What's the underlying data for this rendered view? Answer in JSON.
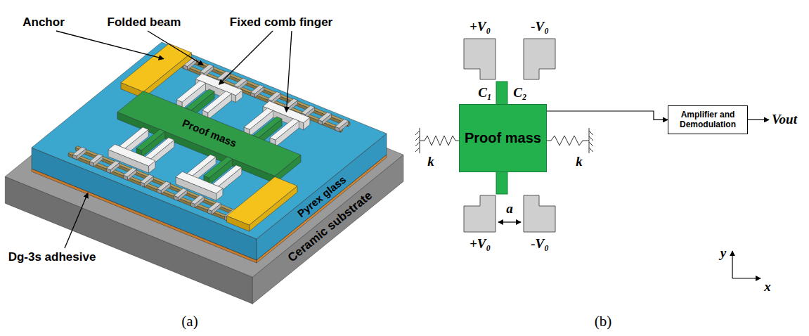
{
  "diagram": {
    "nodes": [
      {
        "text": [
          "Proof mass"
        ]
      },
      {
        "text": [
          "Amplifier and Demodulation"
        ]
      }
    ],
    "edges": [
      {
        "from": 0,
        "to": 1,
        "arrow": "to"
      }
    ],
    "labels": [
      "Anchor",
      "Folded beam",
      "Fixed comb finger",
      "Proof mass",
      "Pyrex glass",
      "Ceramic substrate",
      "Dg-3s adhesive",
      "(a)",
      "+V₀",
      "-V₀",
      "+V₀",
      "-V₀",
      "C₁",
      "C₂",
      "k",
      "k",
      "a",
      "Vout",
      "y",
      "x",
      "(b)"
    ]
  }
}
